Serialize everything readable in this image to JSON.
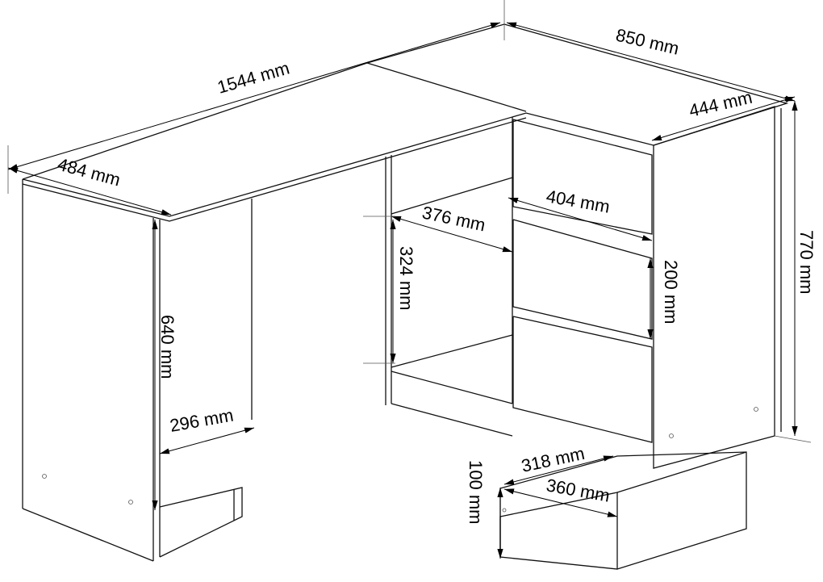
{
  "dimensions": {
    "total_width_left": "1544 mm",
    "total_width_right": "850 mm",
    "left_depth": "484 mm",
    "right_depth": "444 mm",
    "drawer_inner_width": "404 mm",
    "shelf_width": "376 mm",
    "shelf_height": "324 mm",
    "drawer_height": "200 mm",
    "total_height": "770 mm",
    "left_leg_height": "640 mm",
    "left_leg_width": "296 mm",
    "drawer_depth": "318 mm",
    "drawer_width": "360 mm",
    "drawer_side_height": "100 mm"
  }
}
